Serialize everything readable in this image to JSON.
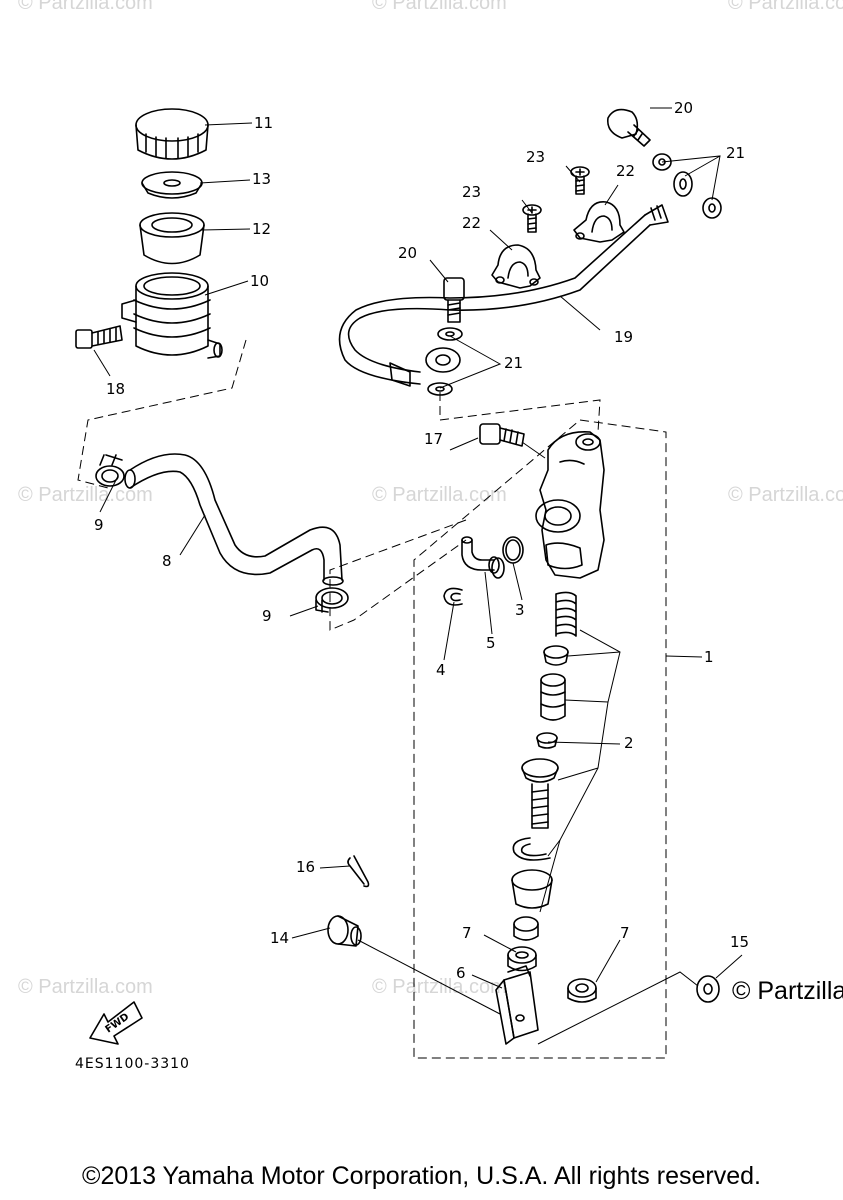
{
  "watermark": "© Partzilla.com",
  "partzilla_logo": "© Partzilla",
  "drawing_code": "4ES1100-3310",
  "fwd_label": "FWD",
  "copyright": "©2013 Yamaha Motor Corporation, U.S.A. All rights reserved.",
  "callouts": {
    "c1": "1",
    "c2": "2",
    "c3": "3",
    "c4": "4",
    "c5": "5",
    "c6": "6",
    "c7a": "7",
    "c7b": "7",
    "c8": "8",
    "c9a": "9",
    "c9b": "9",
    "c10": "10",
    "c11": "11",
    "c12": "12",
    "c13": "13",
    "c14": "14",
    "c15": "15",
    "c16": "16",
    "c17": "17",
    "c18": "18",
    "c19": "19",
    "c20a": "20",
    "c20b": "20",
    "c21a": "21",
    "c21b": "21",
    "c22a": "22",
    "c22b": "22",
    "c23a": "23",
    "c23b": "23"
  },
  "colors": {
    "ink": "#000000",
    "watermark": "#d6d6d6",
    "background": "#ffffff"
  }
}
